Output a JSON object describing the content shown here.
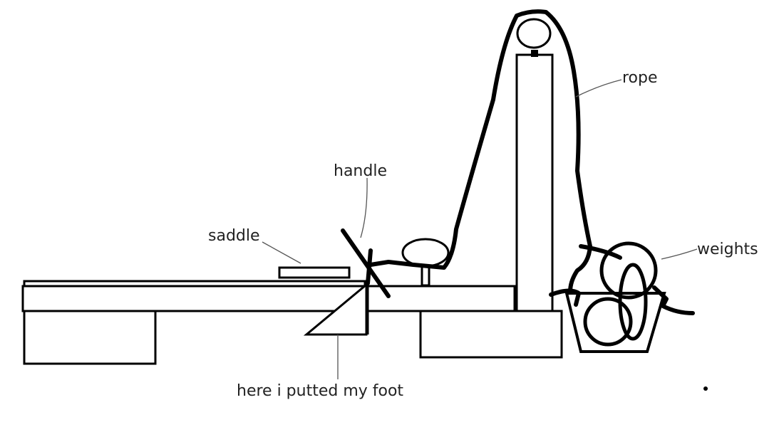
{
  "labels": {
    "rope": "rope",
    "handle": "handle",
    "saddle": "saddle",
    "weights": "weights",
    "foot": "here i putted my foot"
  },
  "colors": {
    "stroke": "#000000",
    "text": "#222222",
    "background": "#ffffff"
  }
}
